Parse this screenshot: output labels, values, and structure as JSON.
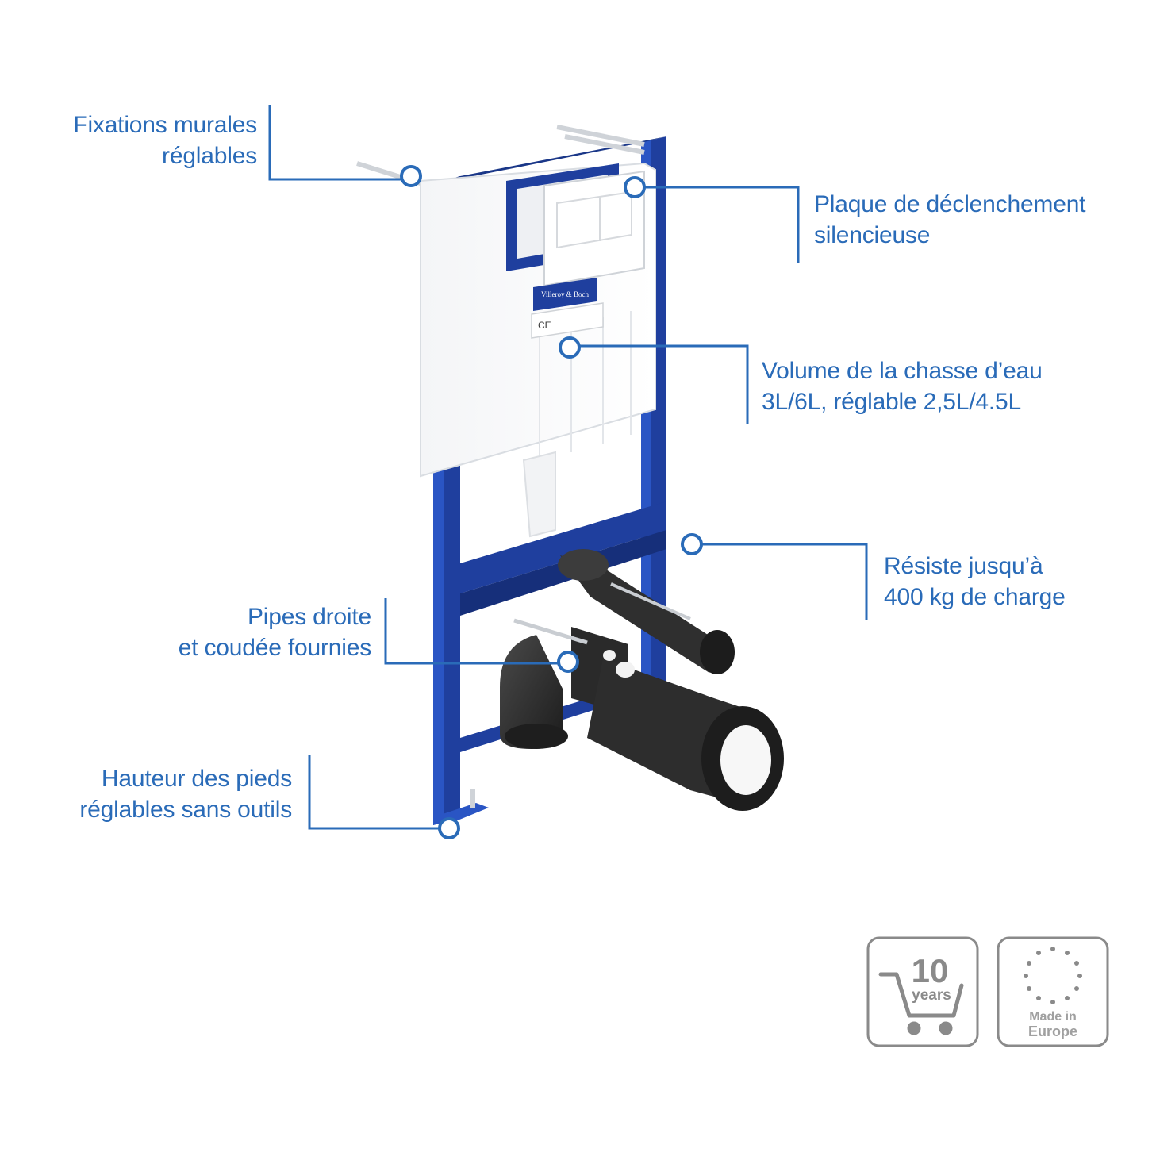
{
  "callouts": {
    "wall_fixings": {
      "line1": "Fixations murales",
      "line2": "réglables"
    },
    "flush_plate": {
      "line1": "Plaque de déclenchement",
      "line2": "silencieuse"
    },
    "flush_volume": {
      "line1": "Volume de la chasse d’eau",
      "line2": "3L/6L, réglable 2,5L/4.5L"
    },
    "load": {
      "line1": "Résiste jusqu’à",
      "line2": "400 kg de charge"
    },
    "pipes": {
      "line1": "Pipes droite",
      "line2": "et coudée fournies"
    },
    "feet": {
      "line1": "Hauteur des pieds",
      "line2": "réglables sans outils"
    }
  },
  "product_labels": {
    "brand": "Villeroy & Boch",
    "ce": "CE"
  },
  "badges": {
    "warranty": {
      "number": "10",
      "unit": "years",
      "icon": "shopping-cart-icon"
    },
    "origin": {
      "line1": "Made in",
      "line2": "Europe",
      "icon": "eu-stars-icon"
    }
  },
  "colors": {
    "accent": "#2a6bb8",
    "frame_blue": "#1f3f9e",
    "frame_blue_dark": "#162f7a",
    "pipe_black": "#2b2b2b",
    "badge_gray": "#8a8a8a"
  }
}
